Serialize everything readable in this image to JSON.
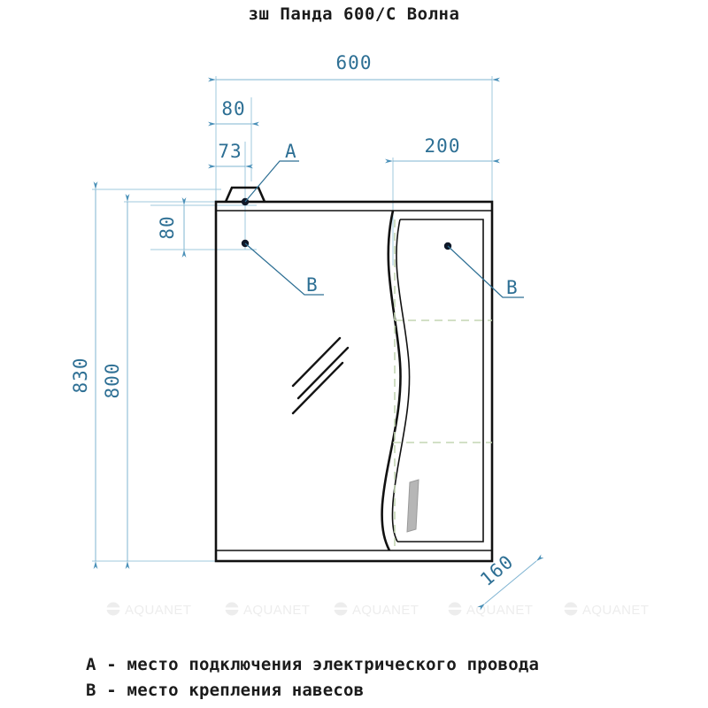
{
  "sheet": {
    "title": "зш Панда 600/С Волна",
    "background_color": "#ffffff"
  },
  "colors": {
    "dimension": "#2d6f94",
    "dimension_line": "#7fb4d2",
    "outline": "#111111",
    "shelf_dash": "#c3d6b4",
    "watermark": "#ededed",
    "handle": "#b6b6b6"
  },
  "dimensions": {
    "width_total": "600",
    "offset_left_outer": "80",
    "offset_left_inner": "73",
    "door_width": "200",
    "height_total": "830",
    "height_body": "800",
    "height_top_mount": "80",
    "depth": "160"
  },
  "markers": {
    "a_label": "A",
    "b_label_left": "B",
    "b_label_right": "B"
  },
  "legend": {
    "line_a": "A - место подключения электрического провода",
    "line_b": "B - место крепления навесов"
  },
  "watermark": {
    "label": "AQUANET",
    "count": 5
  }
}
